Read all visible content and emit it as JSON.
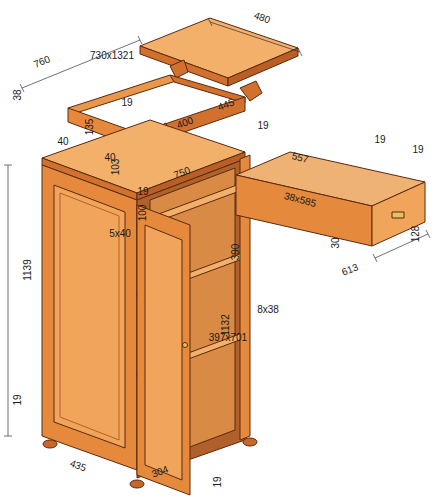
{
  "diagram": {
    "labels": [
      "760",
      "480",
      "38",
      "730x1321",
      "19",
      "445",
      "135",
      "40",
      "40",
      "400",
      "19",
      "103",
      "750",
      "19",
      "557",
      "19",
      "38x585",
      "19",
      "100",
      "30",
      "128",
      "613",
      "5x40",
      "390",
      "1139",
      "1132",
      "8x38",
      "397x701",
      "19",
      "435",
      "304",
      "19"
    ]
  }
}
